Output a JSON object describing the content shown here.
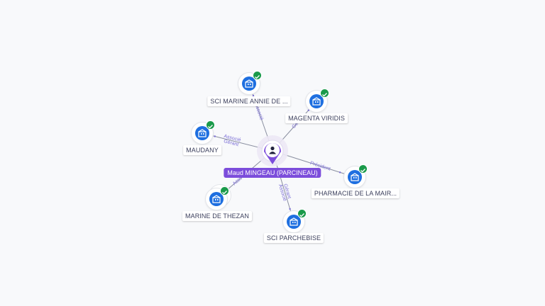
{
  "center": {
    "name": "Maud MINGEAU (PARCINEAU)",
    "icon": "person-icon"
  },
  "companies": [
    {
      "id": "sci-marine",
      "label": "SCI MARINE ANNIE DE ...",
      "icon": "building-icon",
      "status": "check-icon"
    },
    {
      "id": "magenta",
      "label": "MAGENTA VIRIDIS",
      "icon": "building-icon",
      "status": "check-icon"
    },
    {
      "id": "maudany",
      "label": "MAUDANY",
      "icon": "building-icon",
      "status": "check-icon"
    },
    {
      "id": "pharmacie",
      "label": "PHARMACIE DE LA MAIR...",
      "icon": "building-icon",
      "status": "check-icon"
    },
    {
      "id": "marine-thezan",
      "label": "MARINE DE THEZAN",
      "icon": "building-icon",
      "status": "check-icon"
    },
    {
      "id": "sci-parchebise",
      "label": "SCI PARCHEBISE",
      "icon": "building-icon",
      "status": "check-icon"
    }
  ],
  "edges": [
    {
      "to": "sci-marine",
      "labels": [
        "Associé"
      ]
    },
    {
      "to": "magenta",
      "labels": [
        "Gérant"
      ]
    },
    {
      "to": "maudany",
      "labels": [
        "Gérant",
        "Associé"
      ]
    },
    {
      "to": "pharmacie",
      "labels": [
        "Président"
      ]
    },
    {
      "to": "marine-thezan",
      "labels": [
        "Associé"
      ]
    },
    {
      "to": "sci-parchebise",
      "labels": [
        "Gérant",
        "Associé"
      ]
    }
  ],
  "colors": {
    "accent": "#7c4ddb",
    "node": "#1e6fe0",
    "check": "#1a9a4a",
    "edge": "#8a8fa0"
  }
}
